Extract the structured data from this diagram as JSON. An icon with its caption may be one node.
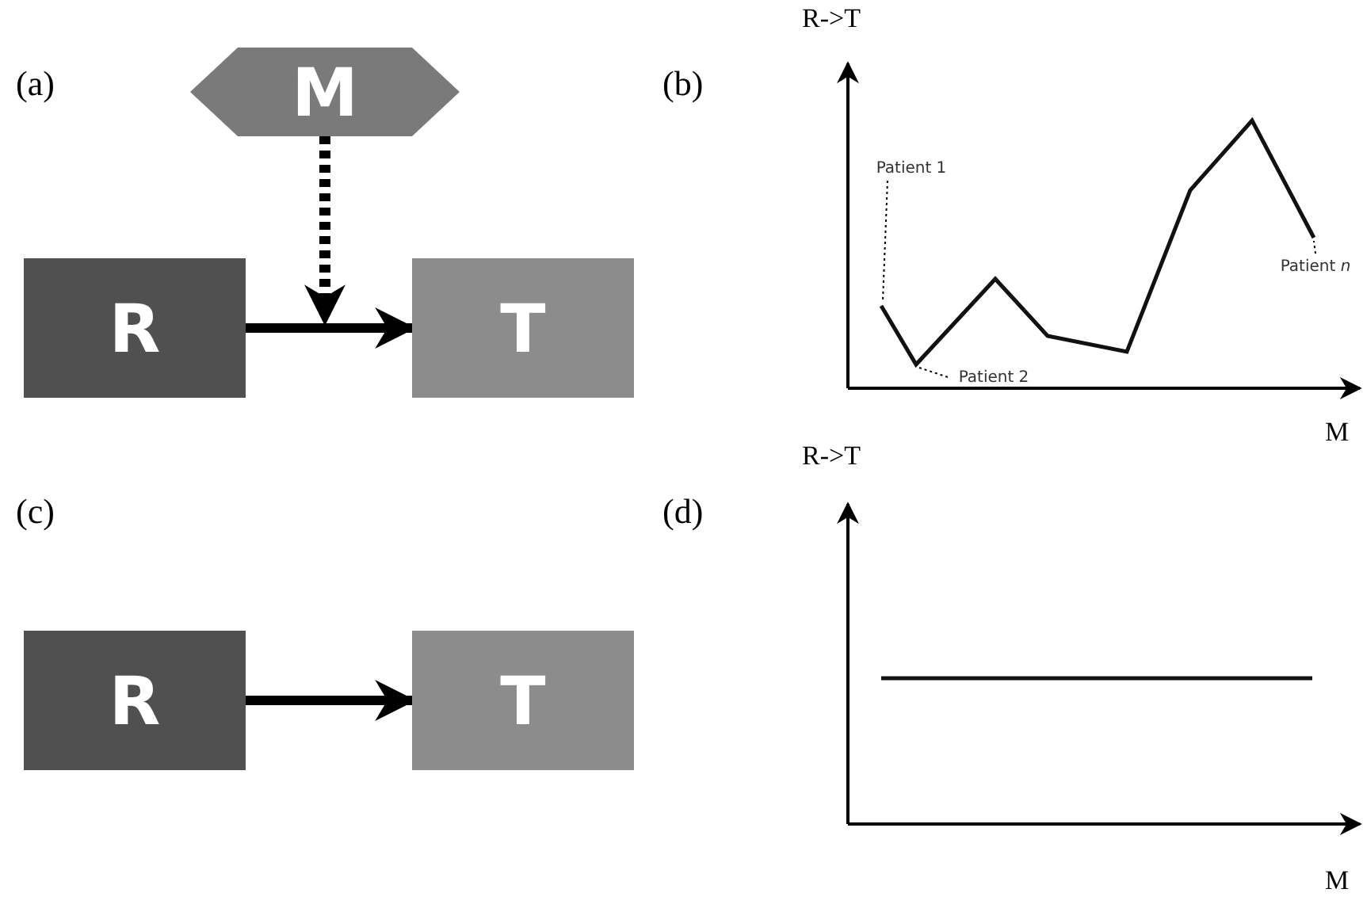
{
  "diagram": {
    "nodes": [
      {
        "text": [
          "M"
        ]
      },
      {
        "text": [
          "R"
        ]
      },
      {
        "text": [
          "T"
        ]
      },
      {
        "text": [
          "Patient 1"
        ]
      },
      {
        "text": [
          "Patient 2"
        ]
      },
      {
        "text": [
          "Patient *n*"
        ]
      },
      {
        "text": [
          "R"
        ]
      },
      {
        "text": [
          "T"
        ]
      }
    ],
    "edges": [
      {
        "from": 1,
        "to": 2,
        "arrow": "to",
        "style": "thick"
      },
      {
        "from": 0,
        "to": null,
        "arrow": "to",
        "style": "dashed"
      },
      {
        "from": 3,
        "to": null,
        "arrow": "none",
        "style": "dashed"
      },
      {
        "from": 4,
        "to": null,
        "arrow": "none",
        "style": "dashed"
      },
      {
        "from": 5,
        "to": null,
        "arrow": "none",
        "style": "dashed"
      },
      {
        "from": 6,
        "to": 7,
        "arrow": "to",
        "style": "thick"
      }
    ],
    "labels": [
      "(a)",
      "(b)",
      "R->T",
      "M",
      "(c)",
      "(d)",
      "R->T",
      "M"
    ]
  }
}
